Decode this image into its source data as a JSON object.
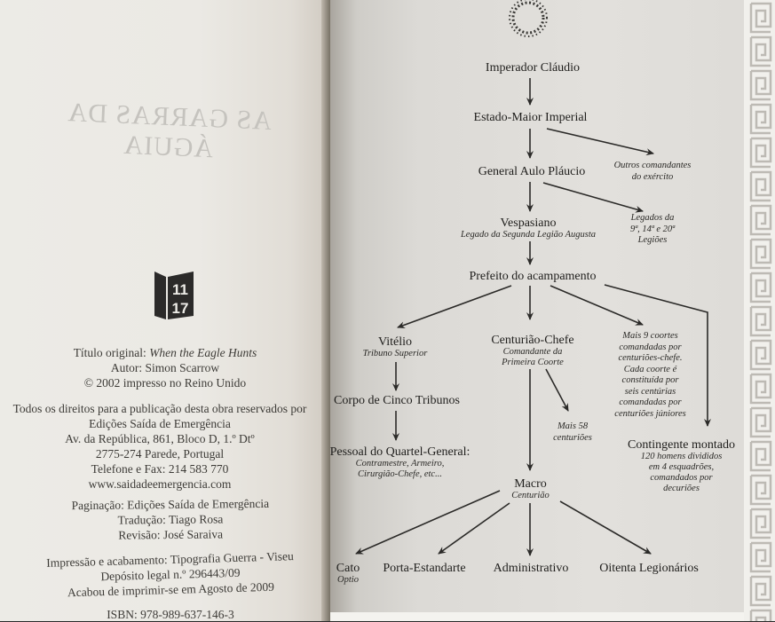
{
  "left_page": {
    "mirrored_title": "AS GARRAS DA ÁGUIA",
    "logo": {
      "icon": "publisher-book-logo-icon",
      "line1": "11",
      "line2": "17"
    },
    "credits_block_1": [
      {
        "label": "Título original: ",
        "value": "When the Eagle Hunts",
        "italic_value": true
      },
      {
        "label": "Autor: ",
        "value": "Simon Scarrow"
      },
      {
        "label": "© 2002 impresso no Reino Unido",
        "value": ""
      }
    ],
    "rights_block": [
      "Todos os direitos para a publicação desta obra reservados por",
      "Edições Saída de Emergência",
      "Av. da República, 861, Bloco D, 1.º Dtº",
      "2775-274 Parede, Portugal",
      "Telefone e Fax: 214 583 770",
      "www.saidadeemergencia.com"
    ],
    "production_block": [
      "Paginação: Edições Saída de Emergência",
      "Tradução: Tiago Rosa",
      "Revisão: José Saraiva"
    ],
    "printing_block": [
      "Impressão e acabamento: Tipografia Guerra - Viseu",
      "Depósito legal n.º 296443/09",
      "Acabou de imprimir-se em Agosto de 2009"
    ],
    "isbn": "ISBN: 978-989-637-146-3"
  },
  "right_page": {
    "ornament": "laurel-wreath-icon",
    "diagram": {
      "nodes": {
        "imperador": {
          "title": "Imperador Cláudio"
        },
        "estado_maior": {
          "title": "Estado-Maior Imperial"
        },
        "outros": {
          "note": [
            "Outros comandantes",
            "do exército"
          ]
        },
        "plaucio": {
          "title": "General Aulo Pláucio"
        },
        "legados": {
          "note": [
            "Legados da",
            "9ª, 14ª e 20ª",
            "Legiões"
          ]
        },
        "vespasiano": {
          "title": "Vespasiano",
          "subtitle": "Legado da Segunda Legião Augusta"
        },
        "prefeito": {
          "title": "Prefeito do acampamento"
        },
        "vitelio": {
          "title": "Vitélio",
          "subtitle": "Tribuno Superior"
        },
        "centuriao_chefe": {
          "title": "Centurião-Chefe",
          "subtitle": [
            "Comandante da",
            "Primeira Coorte"
          ]
        },
        "mais9": {
          "note": [
            "Mais 9 coortes",
            "comandadas por",
            "centuriões-chefe.",
            "Cada coorte é",
            "constituída por",
            "seis centúrias",
            "comandadas por",
            "centuriões júniores"
          ]
        },
        "corpo": {
          "title": "Corpo de Cinco Tribunos"
        },
        "mais58": {
          "note": [
            "Mais 58",
            "centuriões"
          ]
        },
        "pessoal": {
          "title": "Pessoal do Quartel-General:",
          "subtitle": [
            "Contramestre, Armeiro,",
            "Cirurgião-Chefe, etc..."
          ]
        },
        "contingente": {
          "title": "Contingente montado",
          "subtitle": [
            "120 homens divididos",
            "em 4 esquadrões,",
            "comandados por",
            "decuriões"
          ]
        },
        "macro": {
          "title": "Macro",
          "subtitle": "Centurião"
        },
        "cato": {
          "title": "Cato",
          "subtitle": "Optio"
        },
        "porta": {
          "title": "Porta-Estandarte"
        },
        "admin": {
          "title": "Administrativo"
        },
        "oitenta": {
          "title": "Oitenta Legionários"
        }
      },
      "edges": [
        [
          "Imperador Cláudio",
          "Estado-Maior Imperial"
        ],
        [
          "Estado-Maior Imperial",
          "General Aulo Pláucio"
        ],
        [
          "Estado-Maior Imperial",
          "Outros comandantes do exército"
        ],
        [
          "General Aulo Pláucio",
          "Vespasiano"
        ],
        [
          "General Aulo Pláucio",
          "Legados da 9ª, 14ª e 20ª Legiões"
        ],
        [
          "Vespasiano",
          "Prefeito do acampamento"
        ],
        [
          "Prefeito do acampamento",
          "Vitélio"
        ],
        [
          "Prefeito do acampamento",
          "Centurião-Chefe"
        ],
        [
          "Prefeito do acampamento",
          "Mais 9 coortes"
        ],
        [
          "Prefeito do acampamento",
          "Contingente montado"
        ],
        [
          "Vitélio",
          "Corpo de Cinco Tribunos"
        ],
        [
          "Corpo de Cinco Tribunos",
          "Pessoal do Quartel-General"
        ],
        [
          "Centurião-Chefe",
          "Macro"
        ],
        [
          "Centurião-Chefe",
          "Mais 58 centuriões"
        ],
        [
          "Macro",
          "Cato"
        ],
        [
          "Macro",
          "Porta-Estandarte"
        ],
        [
          "Macro",
          "Administrativo"
        ],
        [
          "Macro",
          "Oitenta Legionários"
        ]
      ]
    },
    "border": "greek-key-border"
  },
  "colors": {
    "left_paper": "#ebe9e4",
    "right_paper": "#e0deda",
    "ink": "#1f1e1c",
    "faded_ink": "#c5c3be"
  }
}
